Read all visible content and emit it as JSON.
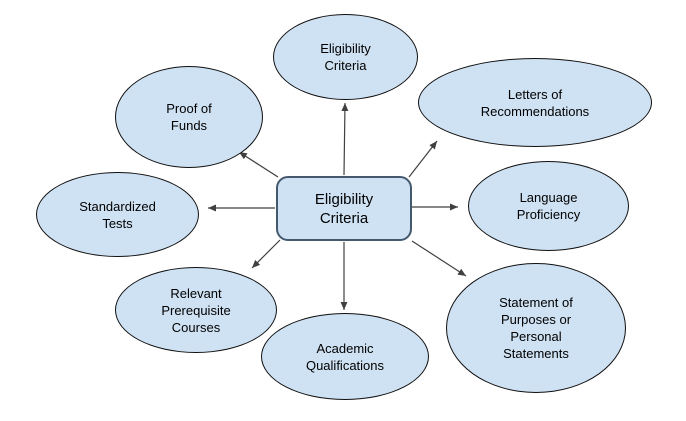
{
  "diagram": {
    "title": "Eligibility Criteria",
    "center_node": {
      "id": "center",
      "label": "Eligibility Criteria",
      "shape": "rounded-rectangle"
    },
    "nodes": [
      {
        "id": "eligibility-criteria",
        "label": "Eligibility Criteria",
        "shape": "ellipse",
        "position": "top"
      },
      {
        "id": "letters-of-recommendations",
        "label": "Letters of Recommendations",
        "shape": "ellipse",
        "position": "top-right"
      },
      {
        "id": "language-proficiency",
        "label": "Language Proficiency",
        "shape": "ellipse",
        "position": "right"
      },
      {
        "id": "statement-of-purposes",
        "label": "Statement of Purposes or Personal Statements",
        "shape": "ellipse",
        "position": "bottom-right"
      },
      {
        "id": "academic-qualifications",
        "label": "Academic Qualifications",
        "shape": "ellipse",
        "position": "bottom"
      },
      {
        "id": "relevant-prerequisite-courses",
        "label": "Relevant Prerequisite Courses",
        "shape": "ellipse",
        "position": "bottom-left"
      },
      {
        "id": "standardized-tests",
        "label": "Standardized Tests",
        "shape": "ellipse",
        "position": "left"
      },
      {
        "id": "proof-of-funds",
        "label": "Proof of Funds",
        "shape": "ellipse",
        "position": "top-left"
      }
    ],
    "edges": [
      {
        "from": "center",
        "to": "eligibility-criteria"
      },
      {
        "from": "center",
        "to": "letters-of-recommendations"
      },
      {
        "from": "center",
        "to": "language-proficiency"
      },
      {
        "from": "center",
        "to": "statement-of-purposes"
      },
      {
        "from": "center",
        "to": "academic-qualifications"
      },
      {
        "from": "center",
        "to": "relevant-prerequisite-courses"
      },
      {
        "from": "center",
        "to": "standardized-tests"
      },
      {
        "from": "center",
        "to": "proof-of-funds"
      }
    ],
    "colors": {
      "background": "#ffffff",
      "node_fill": "#cfe2f3",
      "node_border": "#0f0f0f",
      "center_fill": "#cfe2f3",
      "center_border": "#45596e",
      "arrow": "#404040",
      "text": "#000000"
    }
  }
}
